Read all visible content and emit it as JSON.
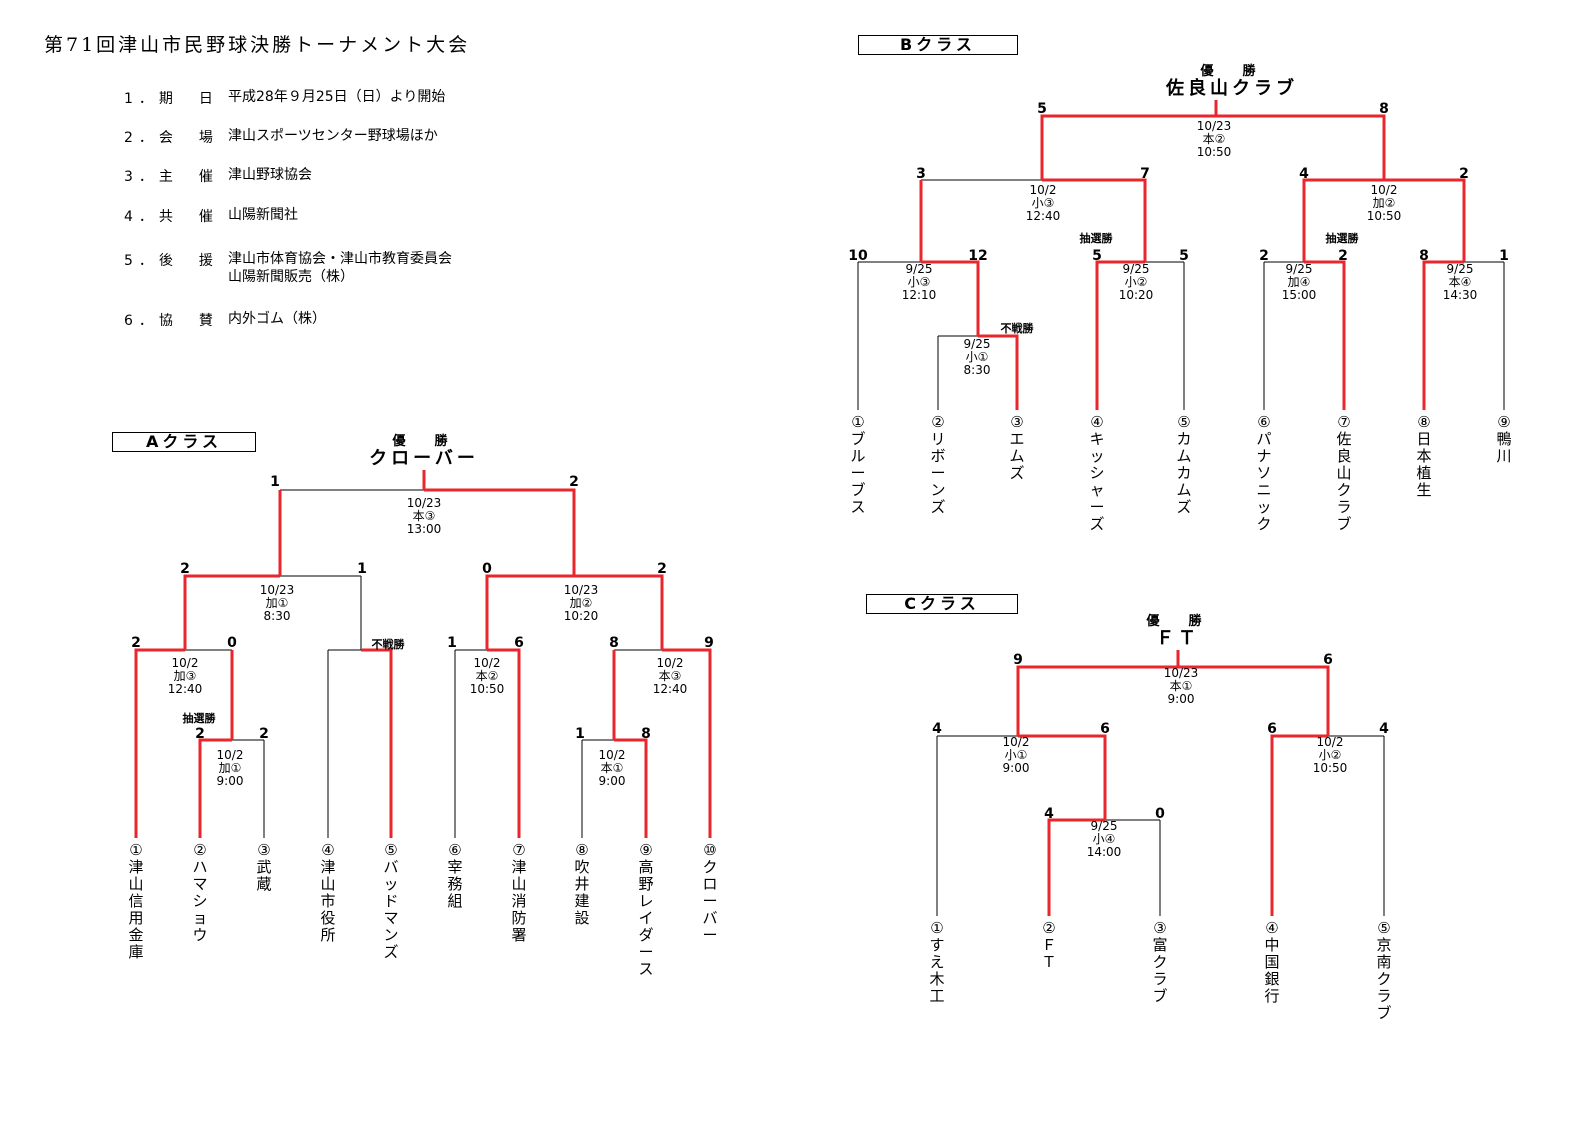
{
  "title": "第71回津山市民野球決勝トーナメント大会",
  "info": [
    {
      "label": "1．期　日",
      "lines": [
        "平成28年９月25日（日）より開始"
      ]
    },
    {
      "label": "2．会　場",
      "lines": [
        "津山スポーツセンター野球場ほか"
      ]
    },
    {
      "label": "3．主　催",
      "lines": [
        "津山野球協会"
      ]
    },
    {
      "label": "4．共　催",
      "lines": [
        "山陽新聞社"
      ]
    },
    {
      "label": "5．後　援",
      "lines": [
        "津山市体育協会・津山市教育委員会",
        " 山陽新聞販売（株）"
      ]
    },
    {
      "label": "6．協　賛",
      "lines": [
        "内外ゴム（株）"
      ]
    }
  ],
  "champion_label": "優　勝",
  "colors": {
    "winner_path": "#e8262b",
    "line": "#000000"
  },
  "brackets": [
    {
      "key": "A",
      "class_label": "Aクラス",
      "champion": "クローバー",
      "teams": [
        "①津山信用金庫",
        "②ハマショウ",
        "③武蔵",
        "④津山市役所",
        "⑤バッドマンズ",
        "⑥宰務組",
        "⑦津山消防署",
        "⑧吹井建設",
        "⑨高野レイダース",
        "⑩クローバー"
      ],
      "scores": [
        "1",
        "2",
        "2",
        "1",
        "0",
        "2",
        "2",
        "0",
        "1",
        "6",
        "8",
        "9",
        "2",
        "2",
        "1",
        "8"
      ],
      "matches": [
        {
          "lines": [
            "10/23",
            "本③",
            "13:00"
          ]
        },
        {
          "lines": [
            "10/23",
            "加①",
            "8:30"
          ]
        },
        {
          "lines": [
            "10/23",
            "加②",
            "10:20"
          ]
        },
        {
          "lines": [
            "10/2",
            "加③",
            "12:40"
          ]
        },
        {
          "lines": [
            "10/2",
            "本②",
            "10:50"
          ]
        },
        {
          "lines": [
            "10/2",
            "本③",
            "12:40"
          ]
        },
        {
          "lines": [
            "10/2",
            "加①",
            "9:00"
          ]
        },
        {
          "lines": [
            "10/2",
            "本①",
            "9:00"
          ]
        }
      ],
      "notes": [
        "不戦勝",
        "抽選勝"
      ]
    },
    {
      "key": "B",
      "class_label": "Bクラス",
      "champion": "佐良山クラブ",
      "teams": [
        "①ブルーブス",
        "②リボーンズ",
        "③エムズ",
        "④キッシャーズ",
        "⑤カムカムズ",
        "⑥パナソニック",
        "⑦佐良山クラブ",
        "⑧日本植生",
        "⑨鴨川"
      ],
      "scores": [
        "5",
        "8",
        "3",
        "7",
        "4",
        "2",
        "10",
        "12",
        "5",
        "5",
        "2",
        "2",
        "8",
        "1"
      ],
      "matches": [
        {
          "lines": [
            "10/23",
            "本②",
            "10:50"
          ]
        },
        {
          "lines": [
            "10/2",
            "小③",
            "12:40"
          ]
        },
        {
          "lines": [
            "10/2",
            "加②",
            "10:50"
          ]
        },
        {
          "lines": [
            "9/25",
            "小③",
            "12:10"
          ]
        },
        {
          "lines": [
            "9/25",
            "小②",
            "10:20"
          ]
        },
        {
          "lines": [
            "9/25",
            "加④",
            "15:00"
          ]
        },
        {
          "lines": [
            "9/25",
            "本④",
            "14:30"
          ]
        },
        {
          "lines": [
            "9/25",
            "小①",
            "8:30"
          ]
        }
      ],
      "notes": [
        "抽選勝",
        "抽選勝",
        "不戦勝"
      ]
    },
    {
      "key": "C",
      "class_label": "Cクラス",
      "champion": "ＦＴ",
      "teams": [
        "①すえ木工",
        "②ＦＴ",
        "③富クラブ",
        "④中国銀行",
        "⑤京南クラブ"
      ],
      "scores": [
        "9",
        "6",
        "4",
        "6",
        "6",
        "4",
        "4",
        "0"
      ],
      "matches": [
        {
          "lines": [
            "10/23",
            "本①",
            "9:00"
          ]
        },
        {
          "lines": [
            "10/2",
            "小①",
            "9:00"
          ]
        },
        {
          "lines": [
            "10/2",
            "小②",
            "10:50"
          ]
        },
        {
          "lines": [
            "9/25",
            "小④",
            "14:00"
          ]
        }
      ],
      "notes": []
    }
  ]
}
